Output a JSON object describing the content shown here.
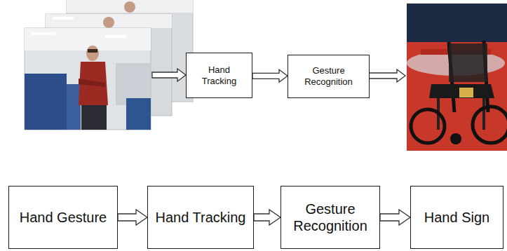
{
  "diagram": {
    "nodes": [
      {
        "text": [
          "Hand Tracking"
        ]
      },
      {
        "text": [
          "Gesture Recognition"
        ]
      },
      {
        "text": [
          "Hand Gesture"
        ]
      },
      {
        "text": [
          "Hand Tracking"
        ]
      },
      {
        "text": [
          "Gesture Recognition"
        ]
      },
      {
        "text": [
          "Hand Sign"
        ]
      }
    ],
    "edges": [
      {
        "from": 0,
        "to": 1,
        "arrow": "to"
      },
      {
        "from": 2,
        "to": 3,
        "arrow": "to"
      },
      {
        "from": 3,
        "to": 4,
        "arrow": "to"
      },
      {
        "from": 4,
        "to": 5,
        "arrow": "to"
      }
    ]
  }
}
